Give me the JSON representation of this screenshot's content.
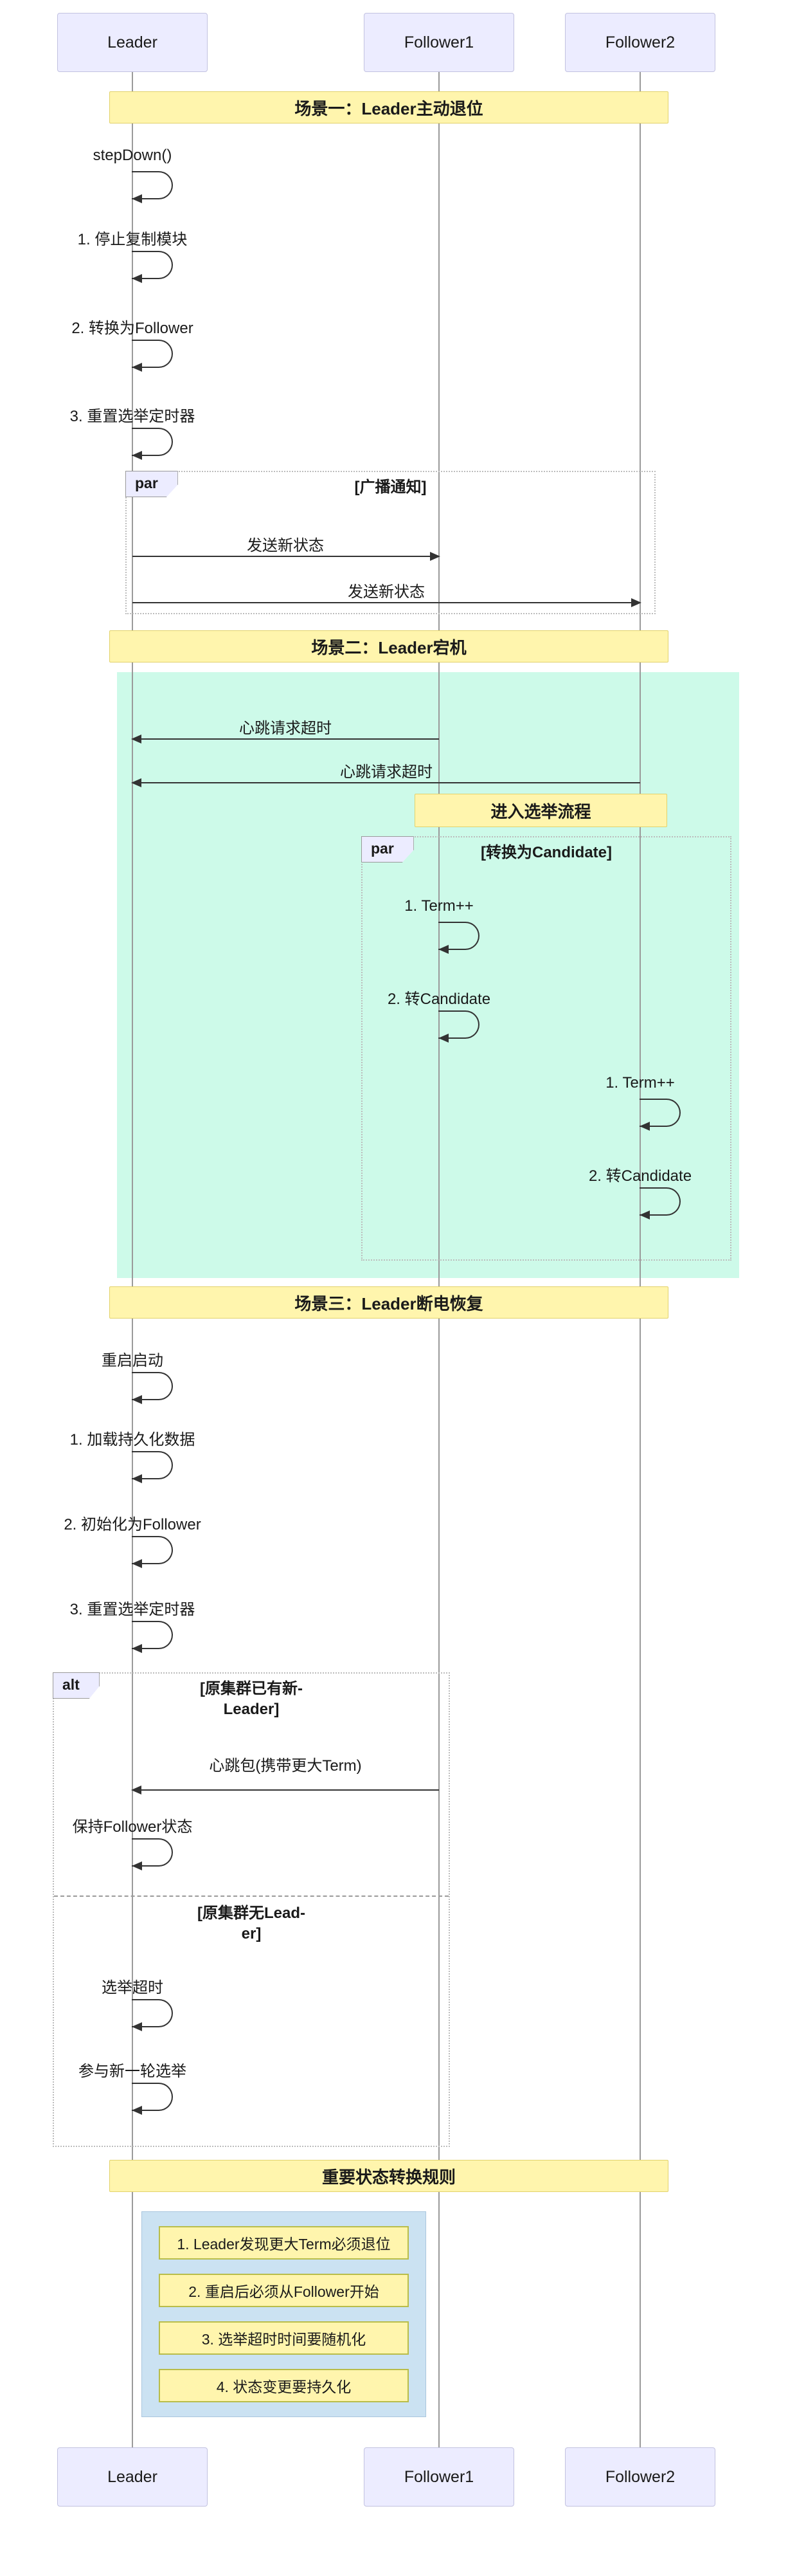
{
  "participants": [
    "Leader",
    "Follower1",
    "Follower2"
  ],
  "colors": {
    "actor_fill": "#ECECFF",
    "banner_fill": "#FFF5AD",
    "highlight_fill": "#CDFAE9",
    "note_fill": "#CBE2F2",
    "line_color": "#333333"
  },
  "s1": {
    "title": "场景一：Leader主动退位",
    "m1": "stepDown()",
    "m2": "1. 停止复制模块",
    "m3": "2. 转换为Follower",
    "m4": "3. 重置选举定时器",
    "par_label": "par",
    "par_cond": "[广播通知]",
    "send1": "发送新状态",
    "send2": "发送新状态"
  },
  "s2": {
    "title": "场景二：Leader宕机",
    "hb1": "心跳请求超时",
    "hb2": "心跳请求超时",
    "election_banner": "进入选举流程",
    "par_label": "par",
    "par_cond": "[转换为Candidate]",
    "f1m1": "1. Term++",
    "f1m2": "2. 转Candidate",
    "f2m1": "1. Term++",
    "f2m2": "2. 转Candidate"
  },
  "s3": {
    "title": "场景三：Leader断电恢复",
    "m1": "重启启动",
    "m2": "1. 加载持久化数据",
    "m3": "2. 初始化为Follower",
    "m4": "3. 重置选举定时器",
    "alt_label": "alt",
    "alt_cond1a": "[原集群已有新-",
    "alt_cond1b": "Leader]",
    "hb": "心跳包(携带更大Term)",
    "keep": "保持Follower状态",
    "alt_cond2a": "[原集群无Lead-",
    "alt_cond2b": "er]",
    "timeout": "选举超时",
    "join": "参与新一轮选举"
  },
  "rules": {
    "title": "重要状态转换规则",
    "items": [
      "1. Leader发现更大Term必须退位",
      "2. 重启后必须从Follower开始",
      "3. 选举超时时间要随机化",
      "4. 状态变更要持久化"
    ]
  }
}
